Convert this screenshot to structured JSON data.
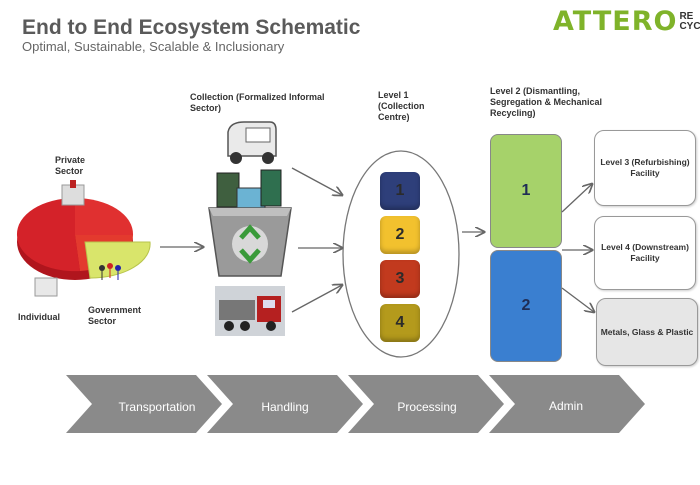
{
  "header": {
    "title": "End to End Ecosystem Schematic",
    "subtitle": "Optimal, Sustainable, Scalable & Inclusionary"
  },
  "logo": {
    "main": "ATTERO",
    "sub_line1": "RE",
    "sub_line2": "CYCLING"
  },
  "sources": {
    "private": "Private Sector",
    "individual": "Individual",
    "government": "Government Sector"
  },
  "collection": {
    "title": "Collection (Formalized Informal Sector)"
  },
  "level1": {
    "title": "Level 1 (Collection Centre)",
    "boxes": [
      {
        "label": "1",
        "color": "#2e3f7a"
      },
      {
        "label": "2",
        "color": "#f2c12e"
      },
      {
        "label": "3",
        "color": "#c23a1e"
      },
      {
        "label": "4",
        "color": "#b49a1c"
      }
    ]
  },
  "level2": {
    "title": "Level 2 (Dismantling, Segregation & Mechanical Recycling)",
    "box1": {
      "label": "1",
      "color": "#a6d26a"
    },
    "box2": {
      "label": "2",
      "color": "#3a7fd0"
    }
  },
  "facilities": [
    {
      "label": "Level 3 (Refurbishing) Facility"
    },
    {
      "label": "Level 4 (Downstream) Facility"
    },
    {
      "label": "Metals, Glass & Plastic"
    }
  ],
  "stages": [
    "Transportation",
    "Handling",
    "Processing",
    "Admin"
  ],
  "colors": {
    "brand": "#7fb32a",
    "chevron": "#8a8a8a",
    "pie_red": "#d2202a",
    "pie_yellow": "#d8e46a"
  },
  "icons": [
    "auto-rickshaw-icon",
    "ewaste-bin-icon",
    "truck-icon",
    "recycle-icon",
    "factory-icon",
    "people-icon",
    "house-icon"
  ]
}
